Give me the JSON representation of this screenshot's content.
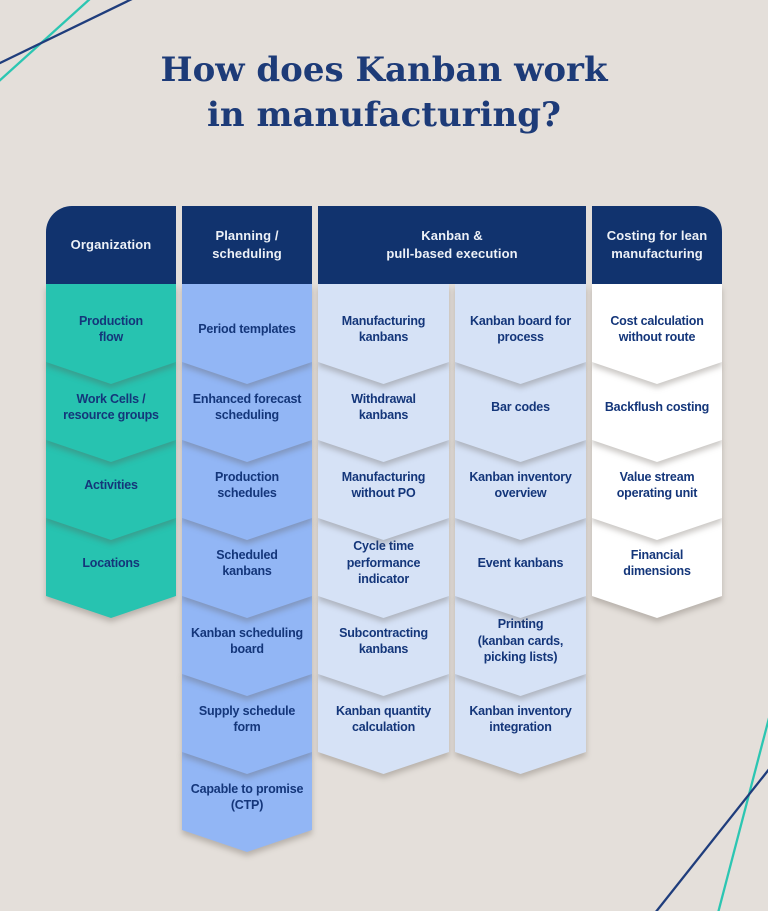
{
  "page": {
    "title_line1": "How does Kanban work",
    "title_line2": "in manufacturing?"
  },
  "palette": {
    "background": "#e4dfda",
    "header_navy": "#11336e",
    "header_text": "#edf1f7",
    "item_text_navy": "#14367a",
    "title_navy": "#1d3b78",
    "teal": "#27c3b0",
    "periwinkle_blue": "#92b6f5",
    "pale_blue": "#d6e2f6",
    "white": "#ffffff",
    "line_teal": "#2cc6b2",
    "line_navy": "#1f3d7c"
  },
  "columns": [
    {
      "header": "Organization",
      "lists": [
        {
          "items": [
            {
              "label": "Production\nflow"
            },
            {
              "label": "Work Cells /\nresource groups"
            },
            {
              "label": "Activities"
            },
            {
              "label": "Locations"
            }
          ]
        }
      ]
    },
    {
      "header": "Planning /\nscheduling",
      "lists": [
        {
          "items": [
            {
              "label": "Period templates"
            },
            {
              "label": "Enhanced forecast\nscheduling"
            },
            {
              "label": "Production\nschedules"
            },
            {
              "label": "Scheduled\nkanbans"
            },
            {
              "label": "Kanban scheduling\nboard"
            },
            {
              "label": "Supply schedule\nform"
            },
            {
              "label": "Capable to promise\n(CTP)"
            }
          ]
        }
      ]
    },
    {
      "header": "Kanban &\npull-based execution",
      "lists": [
        {
          "items": [
            {
              "label": "Manufacturing\nkanbans"
            },
            {
              "label": "Withdrawal\nkanbans"
            },
            {
              "label": "Manufacturing\nwithout PO"
            },
            {
              "label": "Cycle time\nperformance\nindicator"
            },
            {
              "label": "Subcontracting\nkanbans"
            },
            {
              "label": "Kanban quantity\ncalculation"
            }
          ]
        },
        {
          "items": [
            {
              "label": "Kanban board for\nprocess"
            },
            {
              "label": "Bar codes"
            },
            {
              "label": "Kanban inventory\noverview"
            },
            {
              "label": "Event kanbans"
            },
            {
              "label": "Printing\n(kanban cards,\npicking lists)"
            },
            {
              "label": "Kanban inventory\nintegration"
            }
          ]
        }
      ]
    },
    {
      "header": "Costing for lean\nmanufacturing",
      "lists": [
        {
          "items": [
            {
              "label": "Cost calculation\nwithout route"
            },
            {
              "label": "Backflush costing"
            },
            {
              "label": "Value stream\noperating unit"
            },
            {
              "label": "Financial\ndimensions"
            }
          ]
        }
      ]
    }
  ]
}
